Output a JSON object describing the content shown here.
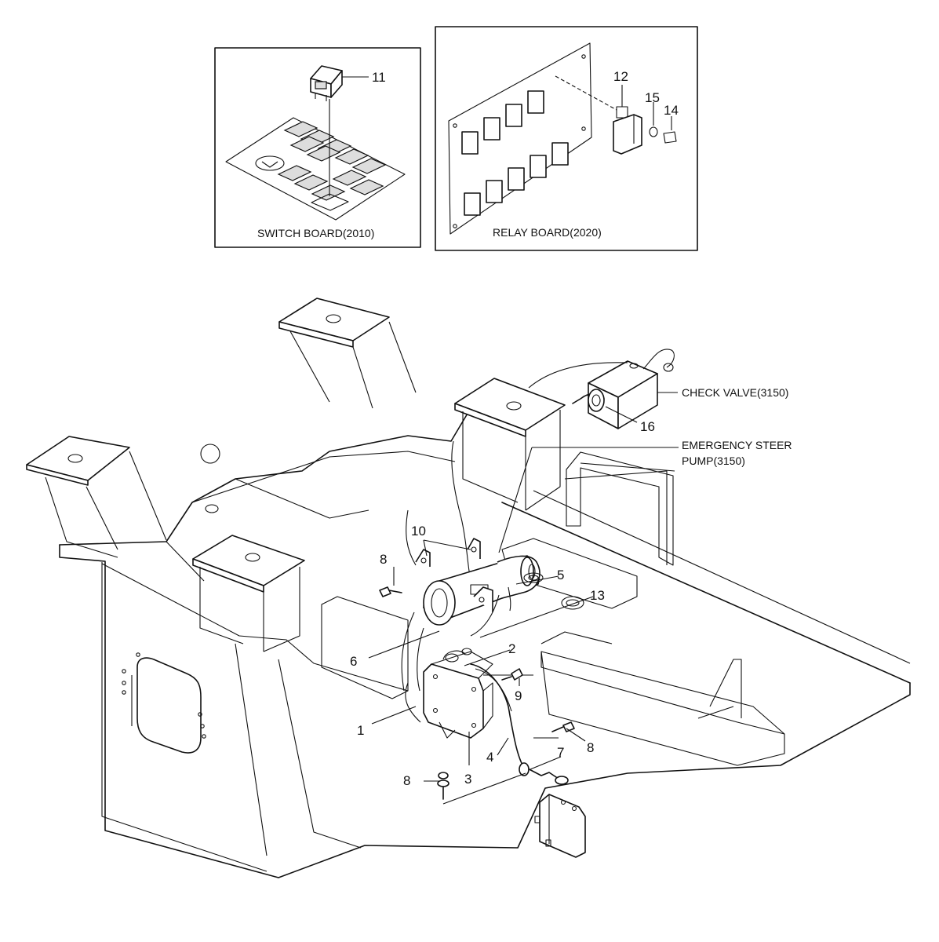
{
  "insets": {
    "switch_board": "SWITCH BOARD(2010)",
    "relay_board": "RELAY BOARD(2020)"
  },
  "components": {
    "check_valve": "CHECK VALVE(3150)",
    "pump_line1": "EMERGENCY STEER",
    "pump_line2": "PUMP(3150)"
  },
  "callouts": {
    "c1": "1",
    "c2": "2",
    "c3": "3",
    "c4": "4",
    "c5": "5",
    "c6": "6",
    "c7": "7",
    "c8": "8",
    "c9": "9",
    "c10": "10",
    "c11": "11",
    "c12": "12",
    "c13": "13",
    "c14": "14",
    "c15": "15",
    "c16": "16"
  }
}
